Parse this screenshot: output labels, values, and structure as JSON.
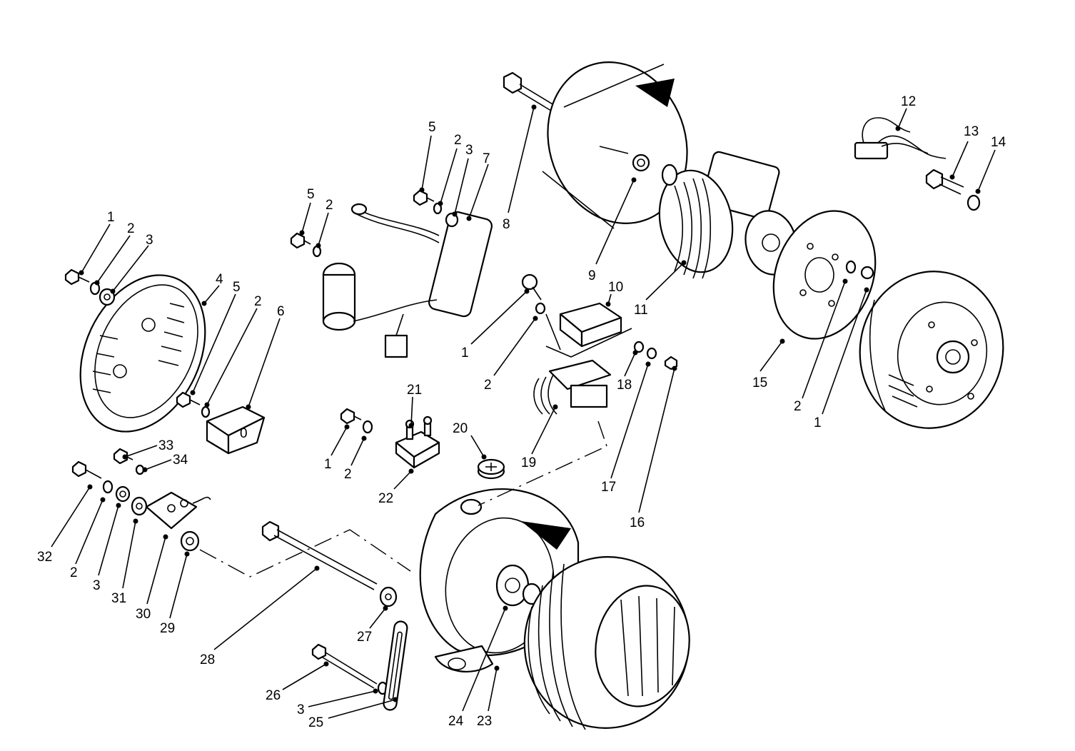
{
  "callouts": [
    {
      "id": "c8",
      "label": "8"
    },
    {
      "id": "c9",
      "label": "9"
    },
    {
      "id": "c11",
      "label": "11"
    },
    {
      "id": "c12",
      "label": "12"
    },
    {
      "id": "c13",
      "label": "13"
    },
    {
      "id": "c14",
      "label": "14"
    },
    {
      "id": "c15",
      "label": "15"
    },
    {
      "id": "c2r",
      "label": "2"
    },
    {
      "id": "c1r",
      "label": "1"
    },
    {
      "id": "c5a",
      "label": "5"
    },
    {
      "id": "c2a",
      "label": "2"
    },
    {
      "id": "c3a",
      "label": "3"
    },
    {
      "id": "c7",
      "label": "7"
    },
    {
      "id": "c5b",
      "label": "5"
    },
    {
      "id": "c2b",
      "label": "2"
    },
    {
      "id": "c1a",
      "label": "1"
    },
    {
      "id": "c2c",
      "label": "2"
    },
    {
      "id": "c3c",
      "label": "3"
    },
    {
      "id": "c4",
      "label": "4"
    },
    {
      "id": "c5c",
      "label": "5"
    },
    {
      "id": "c2d",
      "label": "2"
    },
    {
      "id": "c6",
      "label": "6"
    },
    {
      "id": "c10",
      "label": "10"
    },
    {
      "id": "c1b",
      "label": "1"
    },
    {
      "id": "c2e",
      "label": "2"
    },
    {
      "id": "c18",
      "label": "18"
    },
    {
      "id": "c17",
      "label": "17"
    },
    {
      "id": "c16",
      "label": "16"
    },
    {
      "id": "c19",
      "label": "19"
    },
    {
      "id": "c21",
      "label": "21"
    },
    {
      "id": "c22",
      "label": "22"
    },
    {
      "id": "c1c",
      "label": "1"
    },
    {
      "id": "c2f",
      "label": "2"
    },
    {
      "id": "c20",
      "label": "20"
    },
    {
      "id": "c33",
      "label": "33"
    },
    {
      "id": "c34",
      "label": "34"
    },
    {
      "id": "c32",
      "label": "32"
    },
    {
      "id": "c2g",
      "label": "2"
    },
    {
      "id": "c3g",
      "label": "3"
    },
    {
      "id": "c31",
      "label": "31"
    },
    {
      "id": "c30",
      "label": "30"
    },
    {
      "id": "c29",
      "label": "29"
    },
    {
      "id": "c28",
      "label": "28"
    },
    {
      "id": "c27",
      "label": "27"
    },
    {
      "id": "c26",
      "label": "26"
    },
    {
      "id": "c3h",
      "label": "3"
    },
    {
      "id": "c25",
      "label": "25"
    },
    {
      "id": "c24",
      "label": "24"
    },
    {
      "id": "c23",
      "label": "23"
    }
  ]
}
